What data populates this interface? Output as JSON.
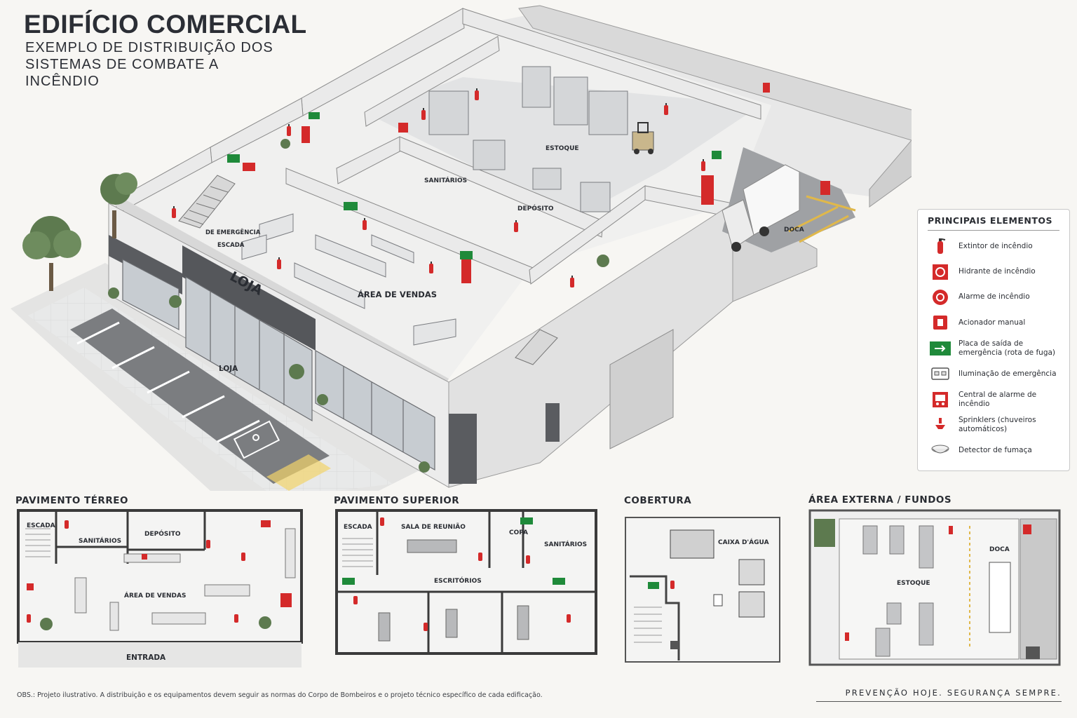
{
  "header": {
    "title": "EDIFÍCIO COMERCIAL",
    "subtitle": "EXEMPLO DE DISTRIBUIÇÃO DOS SISTEMAS DE COMBATE A INCÊNDIO"
  },
  "iso_labels": {
    "estoque": "ESTOQUE",
    "sanitarios": "SANITÁRIOS",
    "deposito": "DEPÓSITO",
    "escada": "ESCADA",
    "escada2": "DE EMERGÊNCIA",
    "loja_sign": "LOJA",
    "area_vendas": "ÁREA DE VENDAS",
    "loja": "LOJA",
    "doca": "DOCA"
  },
  "legend": {
    "title": "PRINCIPAIS ELEMENTOS",
    "items": [
      {
        "icon": "extinguisher-icon",
        "label": "Extintor de incêndio"
      },
      {
        "icon": "hydrant-icon",
        "label": "Hidrante de incêndio"
      },
      {
        "icon": "fire-alarm-icon",
        "label": "Alarme de incêndio"
      },
      {
        "icon": "manual-call-point-icon",
        "label": "Acionador manual"
      },
      {
        "icon": "exit-sign-icon",
        "label": "Placa de saída de emergência (rota de fuga)"
      },
      {
        "icon": "emergency-light-icon",
        "label": "Iluminação de emergência"
      },
      {
        "icon": "alarm-panel-icon",
        "label": "Central de alarme de incêndio"
      },
      {
        "icon": "sprinkler-icon",
        "label": "Sprinklers (chuveiros automáticos)"
      },
      {
        "icon": "smoke-detector-icon",
        "label": "Detector de fumaça"
      }
    ]
  },
  "plans": {
    "terreo": {
      "title": "PAVIMENTO TÉRREO",
      "labels": {
        "escada": "ESCADA",
        "sanitarios": "SANITÁRIOS",
        "deposito": "DEPÓSITO",
        "area_vendas": "ÁREA DE VENDAS",
        "entrada": "ENTRADA"
      }
    },
    "superior": {
      "title": "PAVIMENTO SUPERIOR",
      "labels": {
        "escada": "ESCADA",
        "sala_reuniao": "SALA DE REUNIÃO",
        "copa": "COPA",
        "sanitarios": "SANITÁRIOS",
        "escritorios": "ESCRITÓRIOS"
      }
    },
    "cobertura": {
      "title": "COBERTURA",
      "labels": {
        "caixa_agua": "CAIXA D'ÁGUA"
      }
    },
    "externa": {
      "title": "ÁREA EXTERNA / FUNDOS",
      "labels": {
        "estoque": "ESTOQUE",
        "doca": "DOCA"
      }
    }
  },
  "footer": {
    "note": "OBS.: Projeto ilustrativo. A distribuição e os equipamentos devem seguir as normas do Corpo de Bombeiros e o projeto técnico específico de cada edificação.",
    "slogan": "PREVENÇÃO HOJE. SEGURANÇA SEMPRE."
  },
  "colors": {
    "fire_red": "#d42a2a",
    "exit_green": "#1f8a3a",
    "wall": "#e6e6e6",
    "dark_wall": "#595b5f",
    "floor": "#f0f0ef"
  }
}
